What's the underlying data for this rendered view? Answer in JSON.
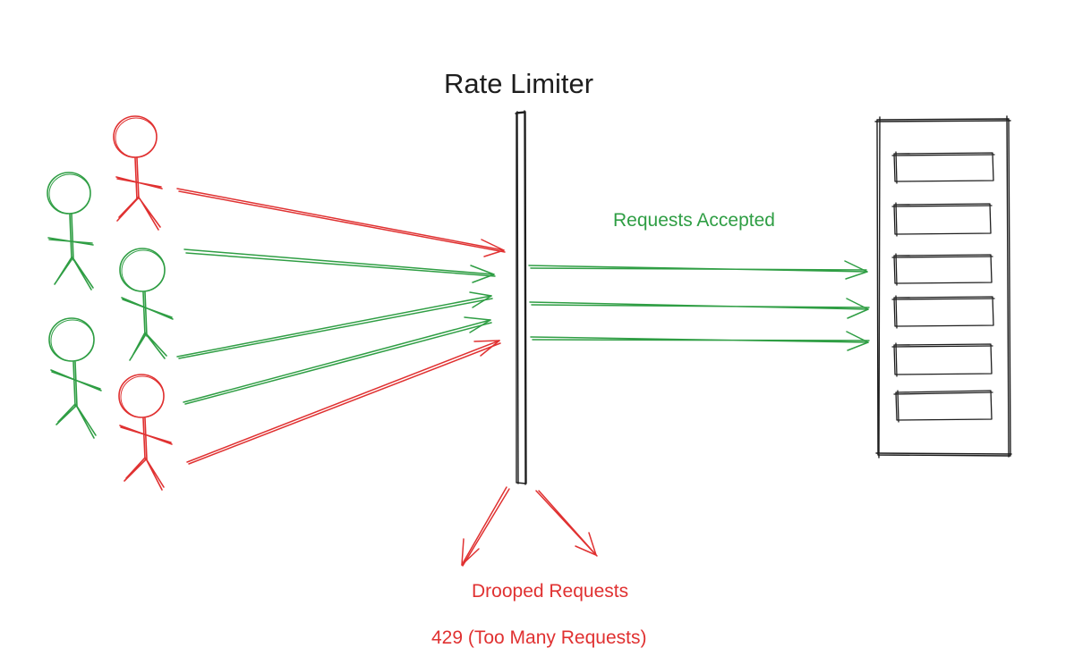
{
  "diagram": {
    "title": "Rate Limiter",
    "accepted_label": "Requests Accepted",
    "dropped_label": "Drooped Requests",
    "error_label": "429 (Too Many Requests)",
    "colors": {
      "accepted": "#2f9e44",
      "rejected": "#e03131",
      "ink": "#1e1e1e"
    },
    "clients": [
      {
        "name": "client-red-1",
        "status": "rejected"
      },
      {
        "name": "client-green-1",
        "status": "accepted"
      },
      {
        "name": "client-green-2",
        "status": "accepted"
      },
      {
        "name": "client-green-3",
        "status": "accepted"
      },
      {
        "name": "client-red-2",
        "status": "rejected"
      }
    ],
    "server_slots": 6
  }
}
